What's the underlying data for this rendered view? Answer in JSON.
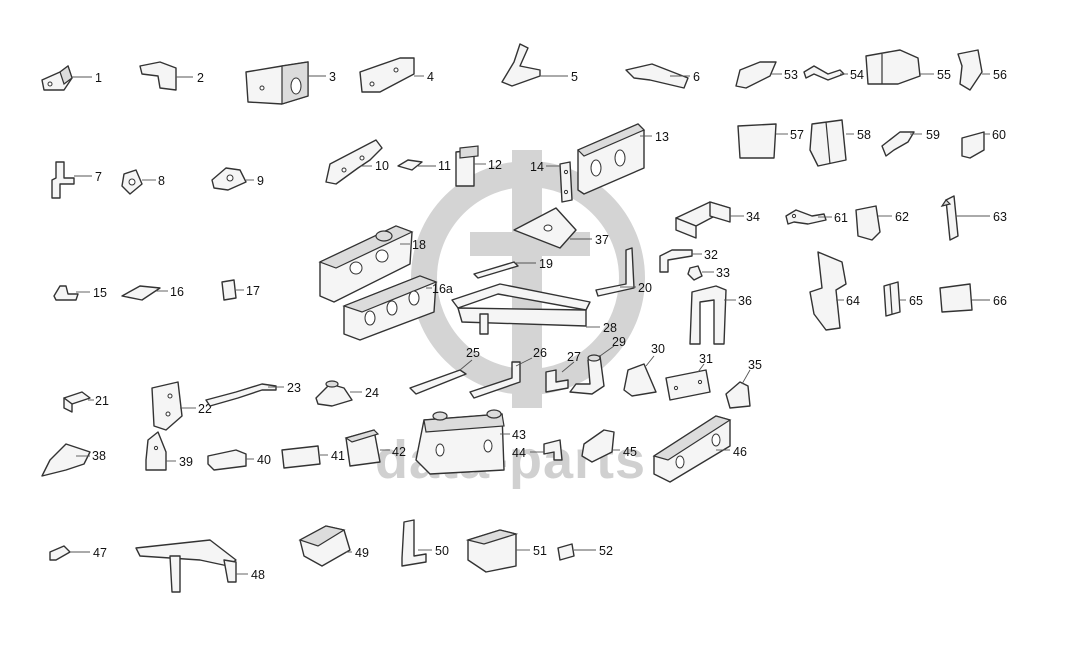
{
  "watermark": {
    "text": "data-parts"
  },
  "callouts": {
    "c1": "1",
    "c2": "2",
    "c3": "3",
    "c4": "4",
    "c5": "5",
    "c6": "6",
    "c7": "7",
    "c8": "8",
    "c9": "9",
    "c10": "10",
    "c11": "11",
    "c12": "12",
    "c13": "13",
    "c14": "14",
    "c15": "15",
    "c16": "16",
    "c16a": "16a",
    "c17": "17",
    "c18": "18",
    "c19": "19",
    "c20": "20",
    "c21": "21",
    "c22": "22",
    "c23": "23",
    "c24": "24",
    "c25": "25",
    "c26": "26",
    "c27": "27",
    "c28": "28",
    "c29": "29",
    "c30": "30",
    "c31": "31",
    "c32": "32",
    "c33": "33",
    "c34": "34",
    "c35": "35",
    "c36": "36",
    "c37": "37",
    "c38": "38",
    "c39": "39",
    "c40": "40",
    "c41": "41",
    "c42": "42",
    "c43": "43",
    "c44": "44",
    "c45": "45",
    "c46": "46",
    "c47": "47",
    "c48": "48",
    "c49": "49",
    "c50": "50",
    "c51": "51",
    "c52": "52",
    "c53": "53",
    "c54": "54",
    "c55": "55",
    "c56": "56",
    "c57": "57",
    "c58": "58",
    "c59": "59",
    "c60": "60",
    "c61": "61",
    "c62": "62",
    "c63": "63",
    "c64": "64",
    "c65": "65",
    "c66": "66"
  }
}
